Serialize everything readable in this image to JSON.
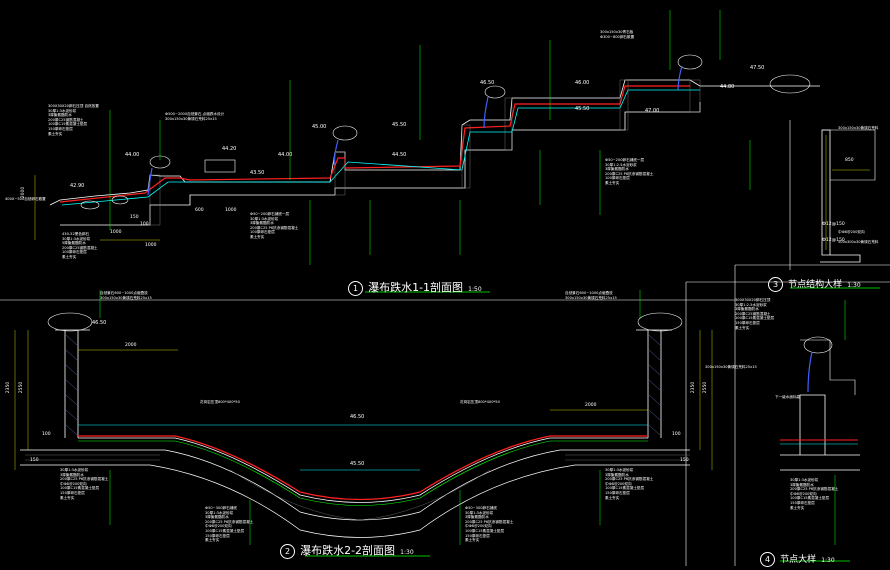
{
  "colors": {
    "background": "#000000",
    "line_white": "#ffffff",
    "line_green": "#00ff00",
    "line_cyan": "#00ffff",
    "line_red": "#ff2020",
    "line_yellow": "#ffff00",
    "line_blue": "#4060ff"
  },
  "views": [
    {
      "num": "1",
      "title": "瀑布跌水1-1剖面图",
      "scale": "1:50"
    },
    {
      "num": "2",
      "title": "瀑布跌水2-2剖面图",
      "scale": "1:30"
    },
    {
      "num": "3",
      "title": "节点结构大样",
      "scale": "1:30"
    },
    {
      "num": "4",
      "title": "节点大样",
      "scale": "1:30"
    }
  ],
  "section1": {
    "elevations": [
      "42.90",
      "44.00",
      "44.20",
      "43.50",
      "44.00",
      "45.00",
      "45.50",
      "44.50",
      "46.50",
      "45.50",
      "47.00",
      "47.50",
      "46.00",
      "44.80"
    ],
    "dims": [
      "2000",
      "1000",
      "150",
      "100",
      "1000",
      "600",
      "1000"
    ],
    "notes": [
      "300X30X20卵石压顶 自然放置",
      "30厚1:3水泥砂浆",
      "3厚聚氨酯防水",
      "200厚C25钢筋混凝土",
      "100厚C15素混凝土垫层",
      "150厚碎石垫层",
      "素土夯实",
      "Ф500~2000自然景石,点缀跌水设计",
      "300x150x30黄锈石荒料25x15",
      "400X~500自然卵石散置",
      "430-52黑色卵石",
      "30厚1:3水泥砂浆",
      "5厚聚氨酯防水",
      "200厚C25钢筋混凝土",
      "100厚碎石垫层",
      "素土夯实",
      "Ф50~200卵石铺底一层",
      "30厚1:3水泥砂浆",
      "3厚聚氨酯防水",
      "200厚C25 P6抗渗钢筋混凝土",
      "100厚碎石垫层",
      "素土夯实",
      "300x150x30青石板",
      "Ф300~800卵石散置",
      "Ф50~200卵石铺底一层",
      "30厚1:2.5水泥砂浆",
      "3厚聚氨酯防水",
      "200厚C25 P6抗渗钢筋混凝土",
      "100厚碎石垫层",
      "素土夯实"
    ]
  },
  "section2": {
    "elevations": [
      "46.50",
      "46.50",
      "45.50"
    ],
    "dims": [
      "2000",
      "2000",
      "2350",
      "2550",
      "2350",
      "2550",
      "100",
      "100",
      "150",
      "150"
    ],
    "notes_top": [
      "自然景石600~1000点缀叠放",
      "300x150x30黄锈石荒料25x15",
      "自然景石600~1000点缀叠放",
      "300x150x30黄锈石荒料25x15"
    ],
    "water_labels": [
      "花岗岩压顶800*400*50",
      "花岗岩压顶800*400*50"
    ],
    "notes_left": [
      "30厚1:3水泥砂浆",
      "3厚聚氨酯防水",
      "200厚C25 P6抗渗钢筋混凝土",
      "中Ф8@200双向",
      "100厚C15素混凝土垫层",
      "150厚碎石垫层",
      "素土夯实"
    ],
    "notes_bottom_left": [
      "Ф50~300卵石铺底",
      "30厚1:3水泥砂浆",
      "3厚聚氨酯防水",
      "200厚C25 P6抗渗钢筋混凝土",
      "中Ф8@200双向",
      "100厚C15素混凝土垫层",
      "150厚碎石垫层",
      "素土夯实"
    ],
    "notes_bottom_right": [
      "Ф50~300卵石铺底",
      "30厚1:3水泥砂浆",
      "3厚聚氨酯防水",
      "200厚C25 P6抗渗钢筋混凝土",
      "中Ф8@200双向",
      "100厚C15素混凝土垫层",
      "150厚碎石垫层",
      "素土夯实"
    ],
    "notes_right": [
      "30厚1:3水泥砂浆",
      "3厚聚氨酯防水",
      "200厚C25 P6抗渗钢筋混凝土",
      "中Ф8@200双向",
      "100厚C15素混凝土垫层",
      "150厚碎石垫层",
      "素土夯实"
    ]
  },
  "detail3": {
    "dims": [
      "Ф12@150",
      "Ф12@150",
      "850"
    ],
    "notes": [
      "300x150x30黄锈石荒料",
      "中Ф8@200双向",
      "500x300x30黄锈石荒料"
    ]
  },
  "detail4": {
    "notes": [
      "300X30X20卵石压顶",
      "30厚1:2.5水泥砂浆",
      "3厚聚氨酯防水",
      "200厚C25钢筋混凝土",
      "100厚C15素混凝土垫层",
      "150厚碎石垫层",
      "素土夯实",
      "300x150x30黄锈石荒料25x15",
      "30厚1:3水泥砂浆",
      "3厚聚氨酯防水",
      "200厚C25 P6抗渗钢筋混凝土",
      "中Ф8@200双向",
      "100厚C15素混凝土垫层",
      "150厚碎石垫层",
      "素土夯实"
    ],
    "side_label": "下一级水面标高"
  }
}
